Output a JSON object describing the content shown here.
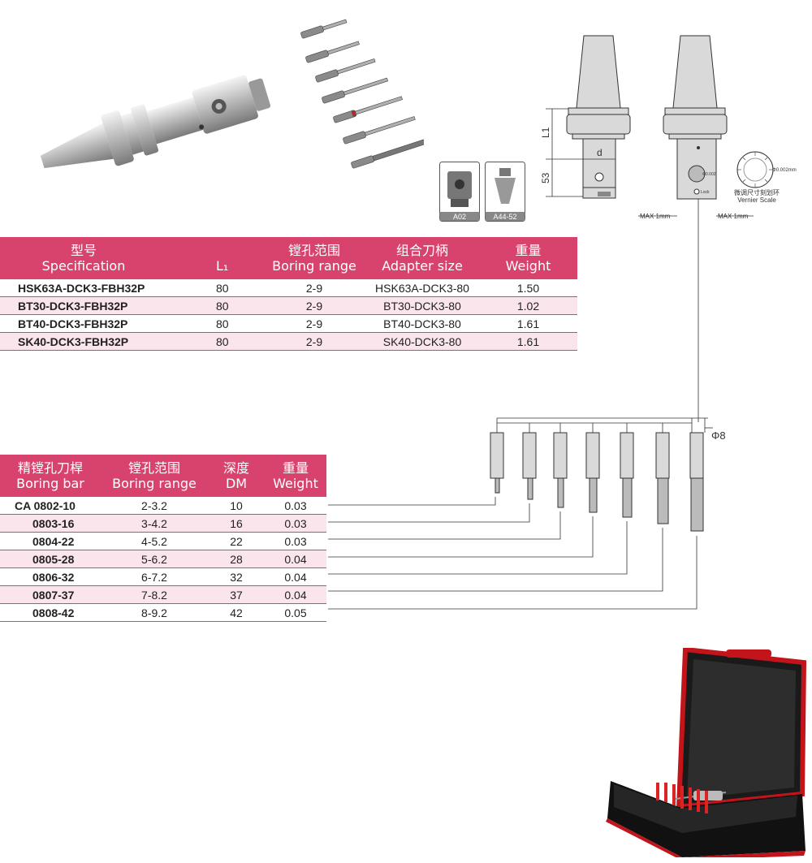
{
  "adapter_table": {
    "headers": [
      {
        "cn": "型号",
        "en": "Specification"
      },
      {
        "cn": "",
        "en": "L₁"
      },
      {
        "cn": "镗孔范围",
        "en": "Boring range"
      },
      {
        "cn": "组合刀柄",
        "en": "Adapter size"
      },
      {
        "cn": "重量",
        "en": "Weight"
      }
    ],
    "rows": [
      {
        "spec": "HSK63A-DCK3-FBH32P",
        "l1": "80",
        "range": "2-9",
        "adapter": "HSK63A-DCK3-80",
        "weight": "1.50"
      },
      {
        "spec": "BT30-DCK3-FBH32P",
        "l1": "80",
        "range": "2-9",
        "adapter": "BT30-DCK3-80",
        "weight": "1.02"
      },
      {
        "spec": "BT40-DCK3-FBH32P",
        "l1": "80",
        "range": "2-9",
        "adapter": "BT40-DCK3-80",
        "weight": "1.61"
      },
      {
        "spec": "SK40-DCK3-FBH32P",
        "l1": "80",
        "range": "2-9",
        "adapter": "SK40-DCK3-80",
        "weight": "1.61"
      }
    ]
  },
  "bar_table": {
    "headers": [
      {
        "cn": "精镗孔刀桿",
        "en": "Boring bar"
      },
      {
        "cn": "镗孔范围",
        "en": "Boring range"
      },
      {
        "cn": "深度",
        "en": "DM"
      },
      {
        "cn": "重量",
        "en": "Weight"
      }
    ],
    "rows": [
      {
        "code": "CA 0802-10",
        "range": "2-3.2",
        "dm": "10",
        "weight": "0.03"
      },
      {
        "code": "0803-16",
        "range": "3-4.2",
        "dm": "16",
        "weight": "0.03"
      },
      {
        "code": "0804-22",
        "range": "4-5.2",
        "dm": "22",
        "weight": "0.03"
      },
      {
        "code": "0805-28",
        "range": "5-6.2",
        "dm": "28",
        "weight": "0.04"
      },
      {
        "code": "0806-32",
        "range": "6-7.2",
        "dm": "32",
        "weight": "0.04"
      },
      {
        "code": "0807-37",
        "range": "7-8.2",
        "dm": "37",
        "weight": "0.04"
      },
      {
        "code": "0808-42",
        "range": "8-9.2",
        "dm": "42",
        "weight": "0.05"
      }
    ]
  },
  "diagram": {
    "dim_l1": "L1",
    "dim_d": "d",
    "dim_53": "53",
    "max_left": "MAX 1mm",
    "max_right": "MAX 1mm",
    "vernier_value": "Φ0.002mm",
    "vernier_cn": "微调尺寸刻划环",
    "vernier_en": "Vernier Scale",
    "phi8": "Φ8",
    "badge_a02": "A02",
    "badge_a44": "A44-52",
    "small_0002": "Φ0.002",
    "small_lock": "Lock"
  },
  "colors": {
    "accent": "#d8436d",
    "alt_row": "#fbe5ec"
  }
}
